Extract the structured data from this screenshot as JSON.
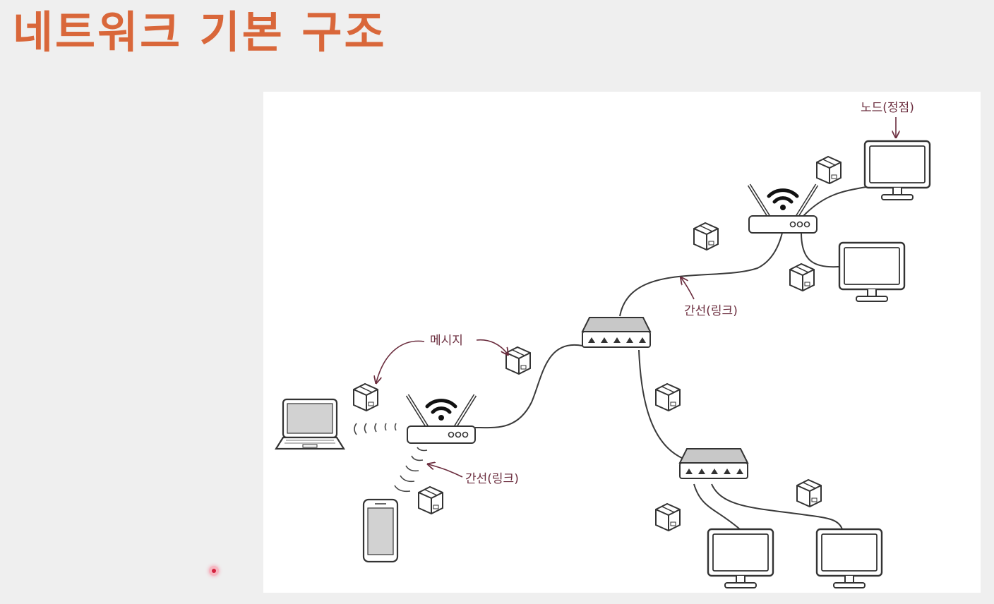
{
  "slide": {
    "title": "네트워크 기본 구조"
  },
  "diagram": {
    "labels": {
      "node": "노드(정점)",
      "edge_top": "간선(링크)",
      "message": "메시지",
      "edge_bottom": "간선(링크)"
    }
  },
  "colors": {
    "title": "#d9673a",
    "annotation": "#6b2d3e",
    "line": "#3a3a3a",
    "screen": "#d2d2d2"
  }
}
